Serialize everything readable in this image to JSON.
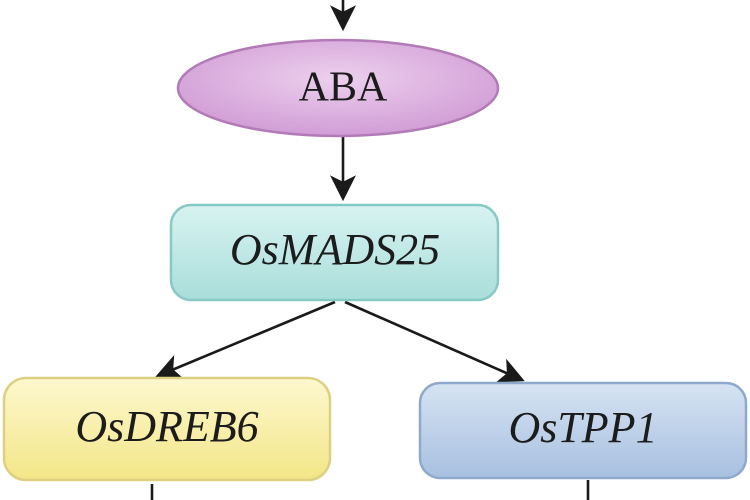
{
  "nodes": {
    "aba": {
      "label": "ABA",
      "fill": "#d9a8dc",
      "stroke": "#b27ab6"
    },
    "osmads25": {
      "label": "OsMADS25",
      "fill": "#bfe8e6",
      "stroke": "#86c9c5"
    },
    "osdreb6": {
      "label": "OsDREB6",
      "fill": "#faf2a8",
      "stroke": "#ddd080"
    },
    "ostpp1": {
      "label": "OsTPP1",
      "fill": "#bcd0e8",
      "stroke": "#8fa9cc"
    }
  },
  "edges": [
    {
      "from": "top",
      "to": "aba"
    },
    {
      "from": "aba",
      "to": "osmads25"
    },
    {
      "from": "osmads25",
      "to": "osdreb6"
    },
    {
      "from": "osmads25",
      "to": "ostpp1"
    }
  ],
  "colors": {
    "arrow": "#1a1a1a",
    "text": "#1c1c1c"
  }
}
